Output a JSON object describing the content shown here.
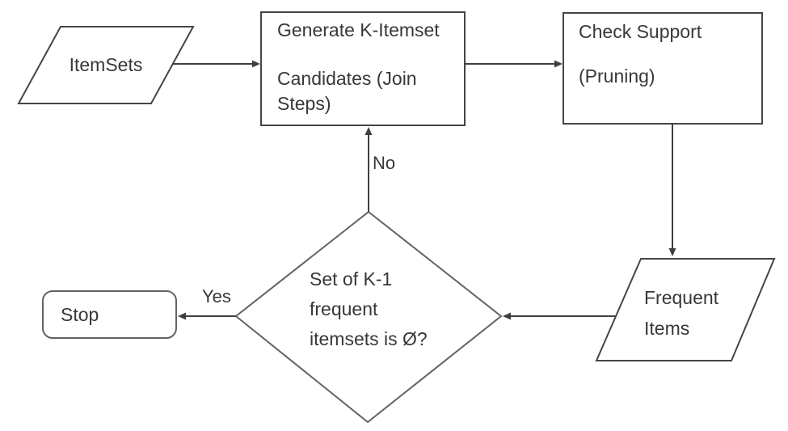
{
  "diagram": {
    "type": "flowchart",
    "nodes": {
      "itemsets": {
        "shape": "parallelogram",
        "lines": [
          "ItemSets"
        ]
      },
      "generate_candidates": {
        "shape": "process",
        "lines": [
          "Generate K-Itemset",
          "Candidates (Join",
          "Steps)"
        ]
      },
      "check_support": {
        "shape": "process",
        "lines": [
          "Check Support",
          "(Pruning)"
        ]
      },
      "frequent_items": {
        "shape": "parallelogram",
        "lines": [
          "Frequent",
          "Items"
        ]
      },
      "decision": {
        "shape": "decision-diamond",
        "lines": [
          "Set of K-1",
          "frequent",
          "itemsets is Ø?"
        ]
      },
      "stop": {
        "shape": "terminator",
        "lines": [
          "Stop"
        ]
      }
    },
    "edges": [
      {
        "from": "itemsets",
        "to": "generate_candidates",
        "label": ""
      },
      {
        "from": "generate_candidates",
        "to": "check_support",
        "label": ""
      },
      {
        "from": "check_support",
        "to": "frequent_items",
        "label": ""
      },
      {
        "from": "frequent_items",
        "to": "decision",
        "label": ""
      },
      {
        "from": "decision",
        "to": "generate_candidates",
        "label": "No"
      },
      {
        "from": "decision",
        "to": "stop",
        "label": "Yes"
      }
    ],
    "colors": {
      "background": "#ffffff",
      "line": "#3f3f3f",
      "shape_stroke": "#454545",
      "soft_stroke": "#636363",
      "text": "#383838"
    }
  }
}
